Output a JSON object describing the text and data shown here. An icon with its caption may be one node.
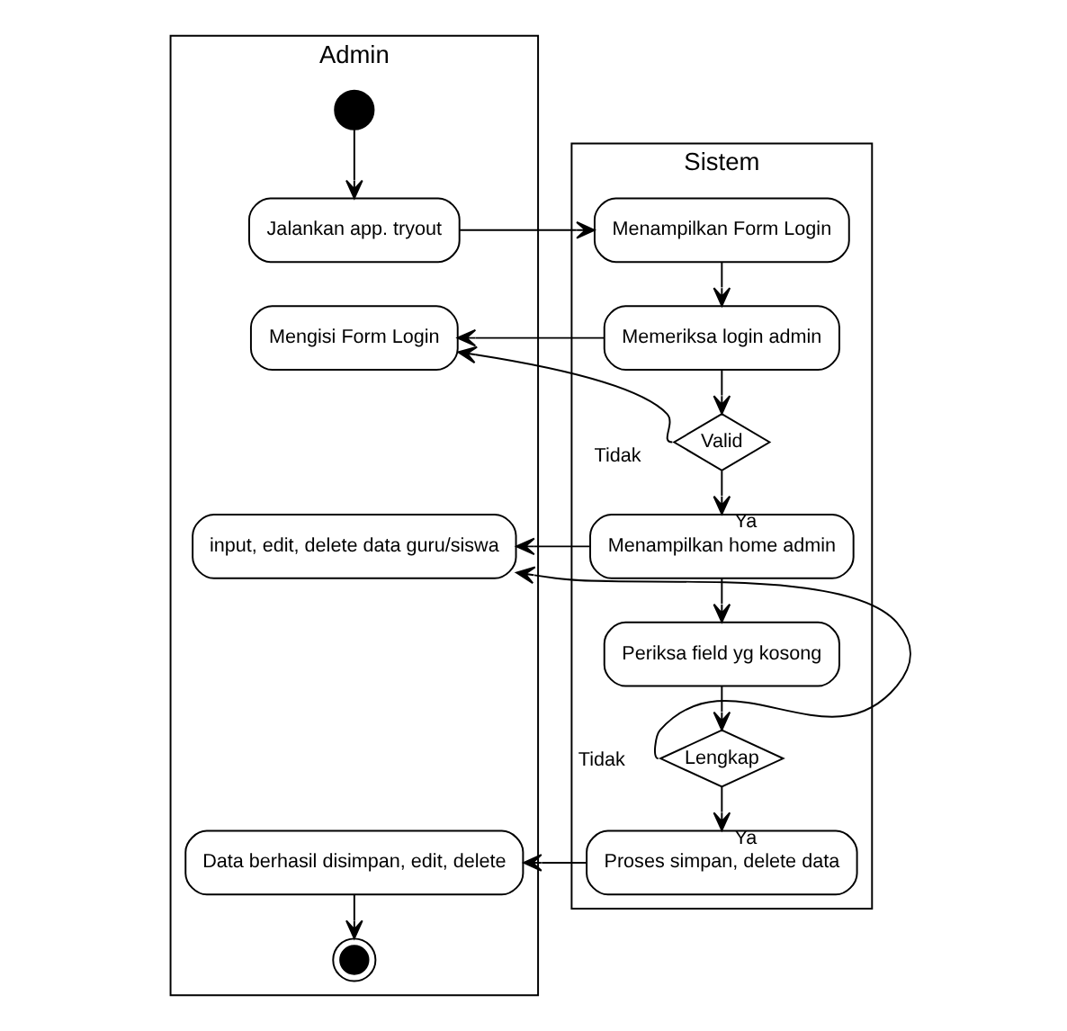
{
  "diagram": {
    "nodes": [
      {
        "text": [
          "Admin"
        ]
      },
      {
        "text": [
          "Sistem"
        ]
      },
      {
        "text": [],
        "shape": "circle",
        "in": 0
      },
      {
        "text": [
          "Jalankan app. tryout"
        ],
        "in": 0
      },
      {
        "text": [
          "Mengisi Form Login"
        ],
        "in": 0
      },
      {
        "text": [
          "input, edit, delete data guru/siswa"
        ],
        "in": 0
      },
      {
        "text": [
          "Data berhasil disimpan, edit, delete"
        ],
        "in": 0
      },
      {
        "text": [],
        "shape": "circle",
        "in": 0
      },
      {
        "text": [
          "Menampilkan Form Login"
        ],
        "in": 1
      },
      {
        "text": [
          "Memeriksa login admin"
        ],
        "in": 1
      },
      {
        "text": [
          "Valid"
        ],
        "in": 1
      },
      {
        "text": [
          "Menampilkan home admin"
        ],
        "in": 1
      },
      {
        "text": [
          "Periksa field yg kosong"
        ],
        "in": 1
      },
      {
        "text": [
          "Lengkap"
        ],
        "in": 1
      },
      {
        "text": [
          "Proses simpan, delete data"
        ],
        "in": 1
      }
    ],
    "edges": [
      {
        "from": 2,
        "to": 3,
        "arrow": "to"
      },
      {
        "from": 3,
        "to": 8,
        "arrow": "to"
      },
      {
        "from": 8,
        "to": 9,
        "arrow": "to"
      },
      {
        "from": 9,
        "to": 4,
        "arrow": "to"
      },
      {
        "from": 9,
        "to": 10,
        "arrow": "to"
      },
      {
        "from": 10,
        "to": 4,
        "arrow": "to",
        "label": "Tidak"
      },
      {
        "from": 10,
        "to": 11,
        "arrow": "to",
        "label": "Ya"
      },
      {
        "from": 11,
        "to": 5,
        "arrow": "to"
      },
      {
        "from": 11,
        "to": 12,
        "arrow": "to"
      },
      {
        "from": 12,
        "to": 13,
        "arrow": "to"
      },
      {
        "from": 13,
        "to": 5,
        "arrow": "to",
        "label": "Tidak"
      },
      {
        "from": 13,
        "to": 14,
        "arrow": "to",
        "label": "Ya"
      },
      {
        "from": 14,
        "to": 6,
        "arrow": "to"
      },
      {
        "from": 6,
        "to": 7,
        "arrow": "to"
      }
    ]
  }
}
